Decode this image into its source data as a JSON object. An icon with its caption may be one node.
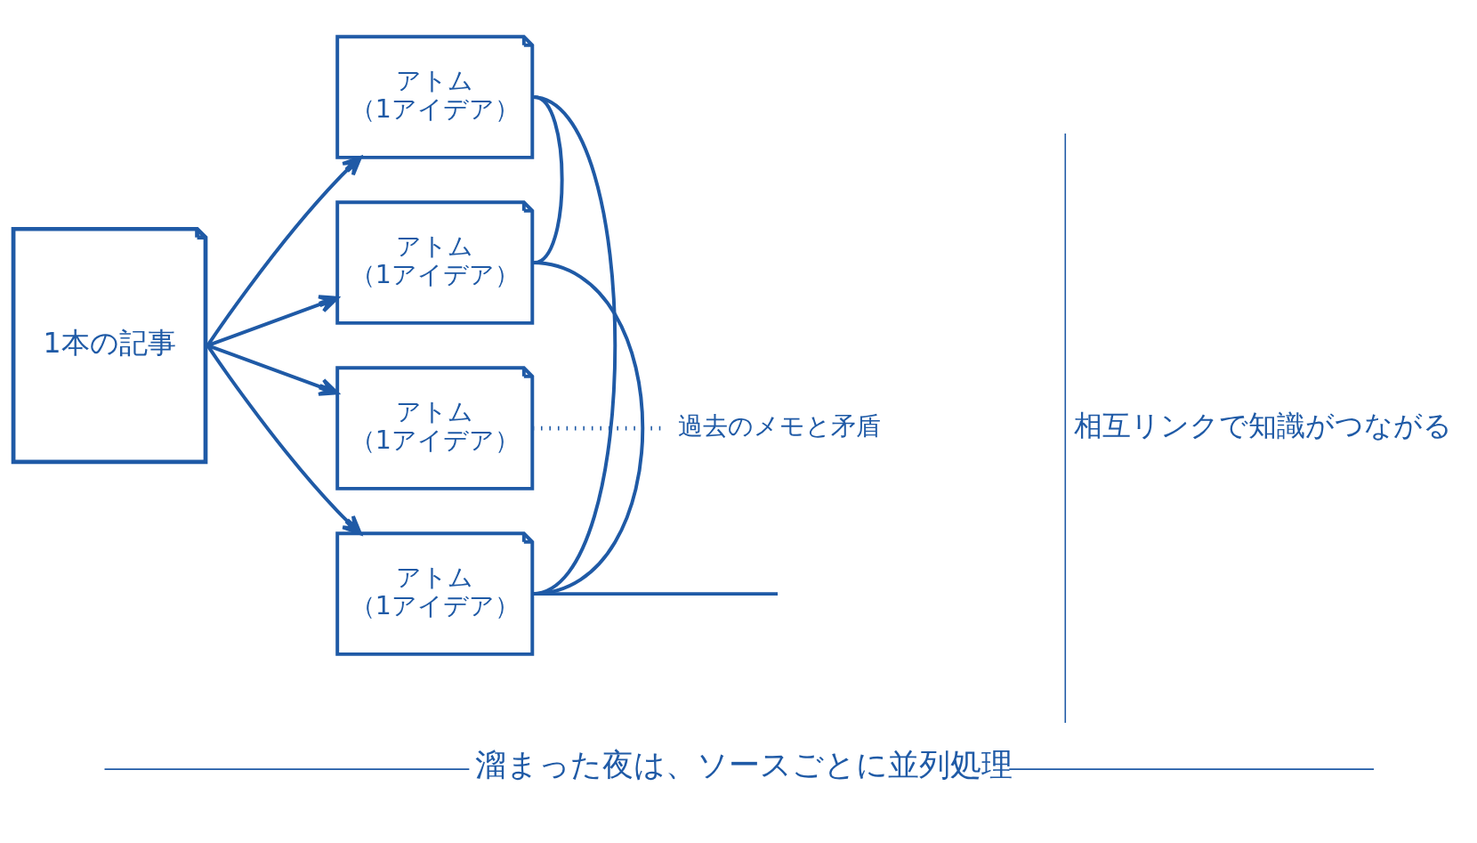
{
  "diagram": {
    "caption": "溜まった夜は、ソースごとに並列処理",
    "nodes": [
      {
        "text": [
          "1本の記事"
        ]
      },
      {
        "text": [
          "アトム",
          "（1アイデア）"
        ]
      },
      {
        "text": [
          "アトム",
          "（1アイデア）"
        ]
      },
      {
        "text": [
          "アトム",
          "（1アイデア）"
        ]
      },
      {
        "text": [
          "アトム",
          "（1アイデア）"
        ]
      },
      {
        "text": [
          "過去のメモと矛盾"
        ]
      }
    ],
    "edges": [
      {
        "from": 0,
        "to": 1,
        "arrow": "to"
      },
      {
        "from": 0,
        "to": 2,
        "arrow": "to"
      },
      {
        "from": 0,
        "to": 3,
        "arrow": "to"
      },
      {
        "from": 0,
        "to": 4,
        "arrow": "to"
      },
      {
        "from": 3,
        "to": 5,
        "arrow": "none",
        "style": "dashed"
      },
      {
        "from": 1,
        "to": 2,
        "arrow": "none"
      },
      {
        "from": 1,
        "to": 4,
        "arrow": "none"
      },
      {
        "from": 2,
        "to": 4,
        "arrow": "none"
      },
      {
        "from": 4,
        "to": null,
        "arrow": "none"
      }
    ],
    "labels": [
      "相互リンクで知識がつながる"
    ]
  }
}
